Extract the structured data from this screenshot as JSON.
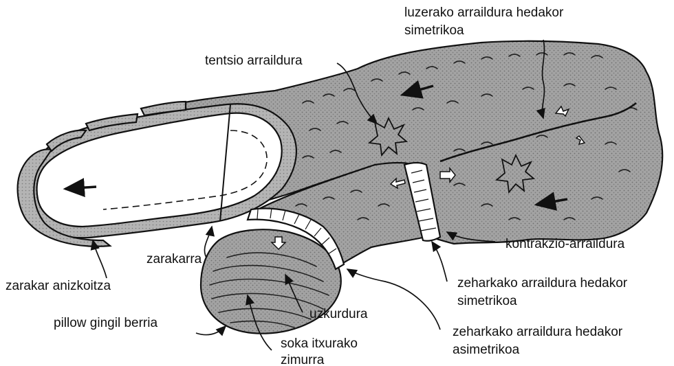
{
  "diagram": {
    "labels": {
      "lengthwise_fracture_line1": "luzerako arraildura hedakor",
      "lengthwise_fracture_line2": "simetrikoa",
      "tension_fracture": "tentsio arraildura",
      "contraction_fracture": "kontrakzio-arraildura",
      "transverse_sym_line1": "zeharkako arraildura hedakor",
      "transverse_sym_line2": "simetrikoa",
      "transverse_asym_line1": "zeharkako arraildura hedakor",
      "transverse_asym_line2": "asimetrikoa",
      "crust": "zarakarra",
      "multiple_crust": "zarakar anizkoitza",
      "new_pillow_bud": "pillow gingil berria",
      "wrinkling": "uzkurdura",
      "rope_wrinkle_line1": "soka itxurako",
      "rope_wrinkle_line2": "zimurra"
    },
    "colors": {
      "ink": "#111111",
      "surface_fill": "#9a9a9a",
      "crust_fill": "#ffffff",
      "rim_fill": "#b8b8b8"
    }
  }
}
